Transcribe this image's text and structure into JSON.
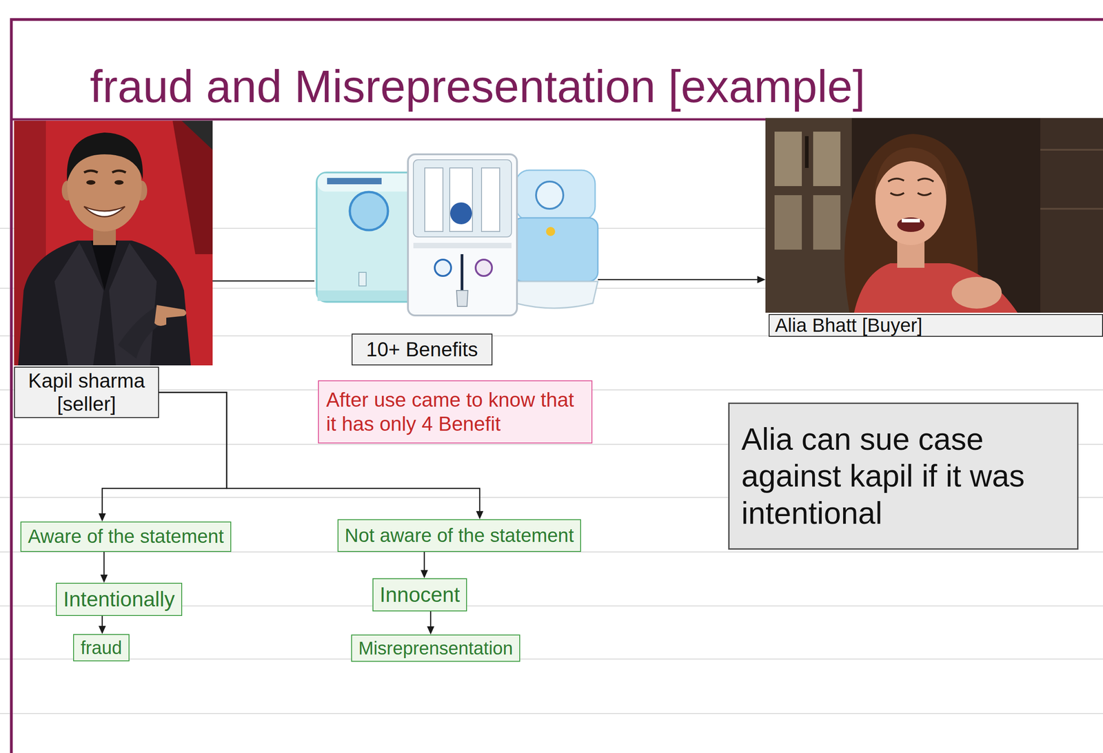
{
  "diagram": {
    "title": "fraud and Misrepresentation [example]",
    "nodes": [
      {
        "text": [
          "Kapil sharma [seller]"
        ]
      },
      {
        "text": [
          "10+ Benefits"
        ]
      },
      {
        "text": [
          "Alia Bhatt [Buyer]"
        ]
      },
      {
        "text": [
          "After use came to know that it has only 4 Benefit"
        ]
      },
      {
        "text": [
          "Alia can sue case against kapil if it was intentional"
        ]
      },
      {
        "text": [
          "Aware of the statement"
        ]
      },
      {
        "text": [
          "Not aware of the statement"
        ]
      },
      {
        "text": [
          "Intentionally"
        ]
      },
      {
        "text": [
          "Innocent"
        ]
      },
      {
        "text": [
          "fraud"
        ]
      },
      {
        "text": [
          "Misreprensentation"
        ]
      }
    ],
    "edges": [
      {
        "from": 0,
        "to": 1,
        "arrow": "none"
      },
      {
        "from": 1,
        "to": 2,
        "arrow": "to"
      },
      {
        "from": 0,
        "to": 5,
        "arrow": "to"
      },
      {
        "from": 0,
        "to": 6,
        "arrow": "to"
      },
      {
        "from": 5,
        "to": 7,
        "arrow": "to"
      },
      {
        "from": 7,
        "to": 9,
        "arrow": "to"
      },
      {
        "from": 6,
        "to": 8,
        "arrow": "to"
      },
      {
        "from": 8,
        "to": 10,
        "arrow": "to"
      }
    ]
  }
}
